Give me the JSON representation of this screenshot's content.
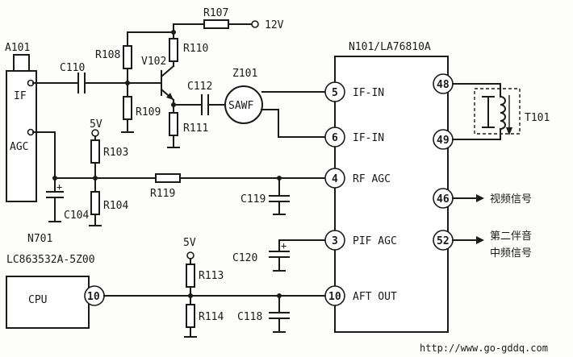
{
  "components": {
    "a101": "A101",
    "if": "IF",
    "agc": "AGC",
    "c110": "C110",
    "r108": "R108",
    "r109": "R109",
    "v102": "V102",
    "r107": "R107",
    "v12": "12V",
    "r110": "R110",
    "c112": "C112",
    "r111": "R111",
    "z101": "Z101",
    "saw": "SAWF",
    "v5a": "5V",
    "r103": "R103",
    "r104": "R104",
    "c104": "C104",
    "r119": "R119",
    "c119": "C119",
    "n701": "N701",
    "n701_part": "LC863532A-5Z00",
    "cpu": "CPU",
    "v5b": "5V",
    "r113": "R113",
    "r114": "R114",
    "c120": "C120",
    "c118": "C118",
    "n101": "N101/LA76810A",
    "t101": "T101"
  },
  "ic_pins": [
    {
      "num": "5",
      "label": "IF-IN"
    },
    {
      "num": "6",
      "label": "IF-IN"
    },
    {
      "num": "4",
      "label": "RF AGC"
    },
    {
      "num": "3",
      "label": "PIF AGC"
    },
    {
      "num": "10",
      "label": "AFT OUT"
    }
  ],
  "right_pins": [
    "48",
    "49",
    "46",
    "52"
  ],
  "cpu_pin": "10",
  "outputs": {
    "video": "视频信号",
    "sound_line1": "第二伴音",
    "sound_line2": "中频信号"
  },
  "plus": "+",
  "watermark": "http://www.go-gddq.com"
}
